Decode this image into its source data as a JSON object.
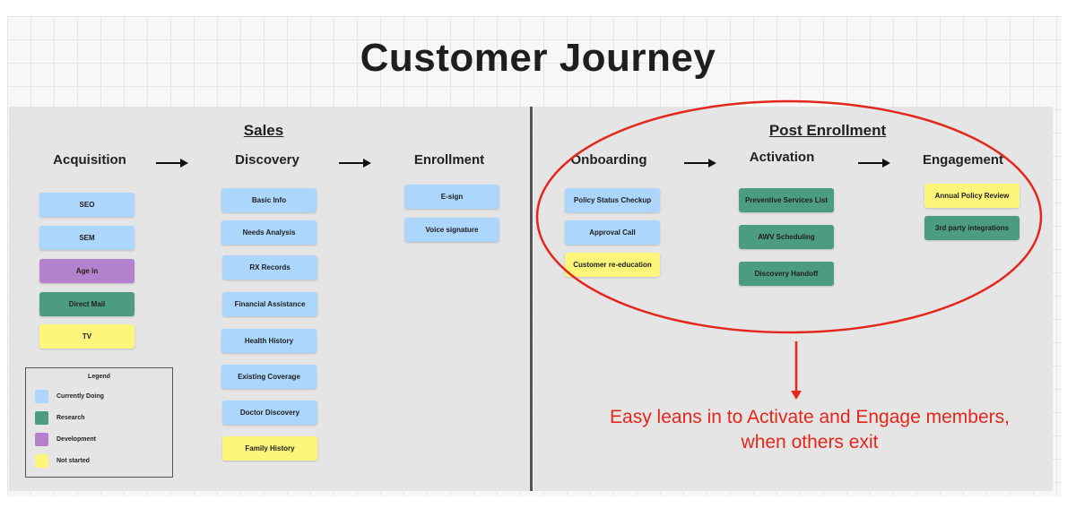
{
  "title": "Customer Journey",
  "sections": {
    "sales": "Sales",
    "post_enrollment": "Post Enrollment"
  },
  "stages": {
    "acquisition": "Acquisition",
    "discovery": "Discovery",
    "enrollment": "Enrollment",
    "onboarding": "Onboarding",
    "activation": "Activation",
    "engagement": "Engagement"
  },
  "acquisition_items": [
    "SEO",
    "SEM",
    "Age in",
    "Direct Mail",
    "TV"
  ],
  "discovery_items": [
    "Basic Info",
    "Needs Analysis",
    "RX Records",
    "Financial Assistance",
    "Health History",
    "Existing Coverage",
    "Doctor Discovery",
    "Family History"
  ],
  "enrollment_items": [
    "E-sign",
    "Voice signature"
  ],
  "onboarding_items": [
    "Policy Status Checkup",
    "Approval Call",
    "Customer re-education"
  ],
  "activation_items": [
    "Preventive Services List",
    "AWV Scheduling",
    "Discovery Handoff"
  ],
  "engagement_items": [
    "Annual Policy Review",
    "3rd party integrations"
  ],
  "legend": {
    "title": "Legend",
    "items": [
      "Currently Doing",
      "Research",
      "Development",
      "Not started"
    ]
  },
  "colors": {
    "currently_doing": "#acd6fc",
    "research": "#4c9c80",
    "development": "#b482cc",
    "not_started": "#fdf67a",
    "annotation": "#e4261b"
  },
  "callout": {
    "line1": "Easy leans in to Activate and Engage members,",
    "line2": "when others exit"
  }
}
